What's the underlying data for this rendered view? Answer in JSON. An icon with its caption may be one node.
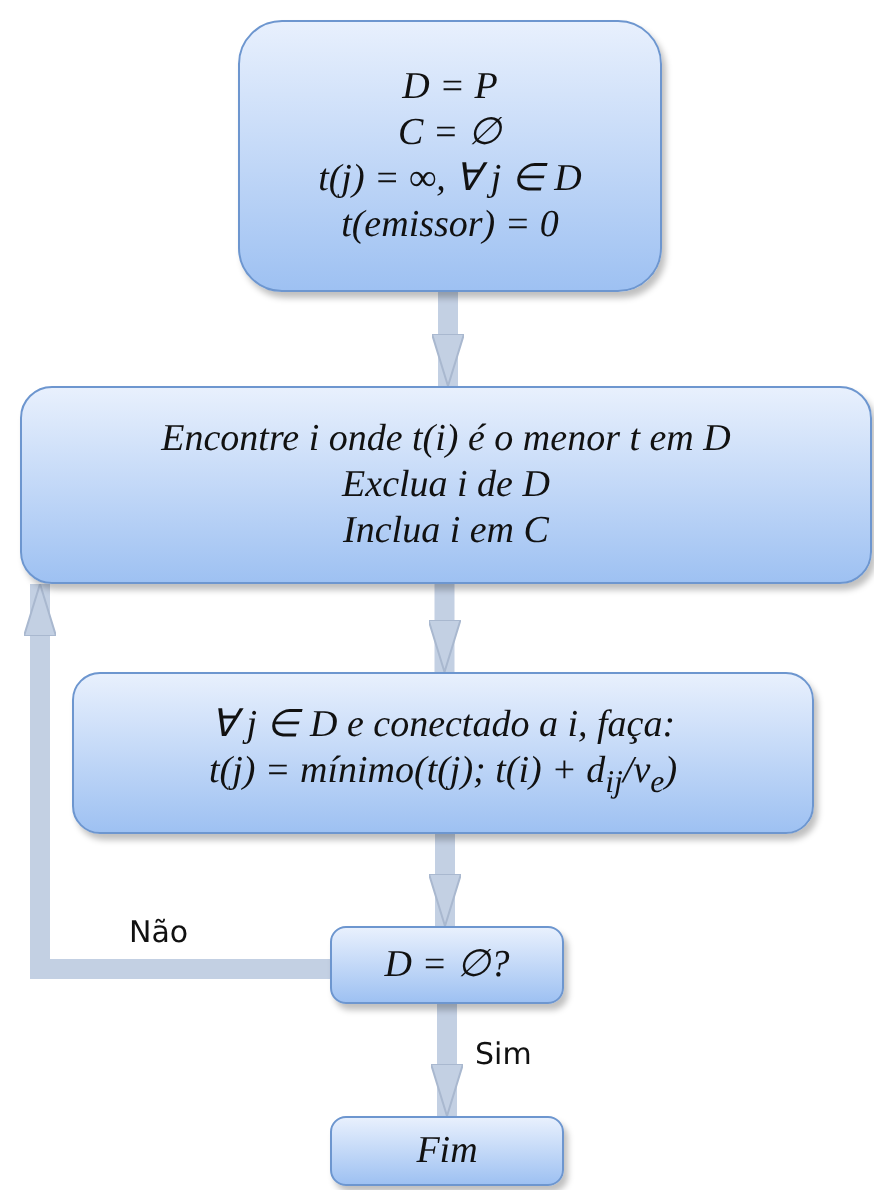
{
  "diagram": {
    "nodes": [
      {
        "text": [
          "D = P",
          "C = ∅",
          "t(j) = ∞, ∀ j ∈ D",
          "t(emissor) = 0"
        ]
      },
      {
        "text": [
          "Encontre i onde t(i) é o menor t em D",
          "Exclua i de D",
          "Inclua i em C"
        ]
      },
      {
        "text": [
          "∀ j ∈ D e conectado a i, faça:",
          "t(j) = mínimo(t(j); t(i) + d$_{ij}$/v$_{e}$)"
        ]
      },
      {
        "text": [
          "D = ∅?"
        ]
      },
      {
        "text": [
          "Fim"
        ]
      }
    ],
    "edges": [
      {
        "from": 0,
        "to": 1,
        "arrow": "to"
      },
      {
        "from": 1,
        "to": 2,
        "arrow": "to"
      },
      {
        "from": 2,
        "to": 3,
        "arrow": "to"
      },
      {
        "from": 3,
        "to": 1,
        "label": "Não",
        "arrow": "to"
      },
      {
        "from": 3,
        "to": 4,
        "label": "Sim",
        "arrow": "to"
      }
    ]
  }
}
